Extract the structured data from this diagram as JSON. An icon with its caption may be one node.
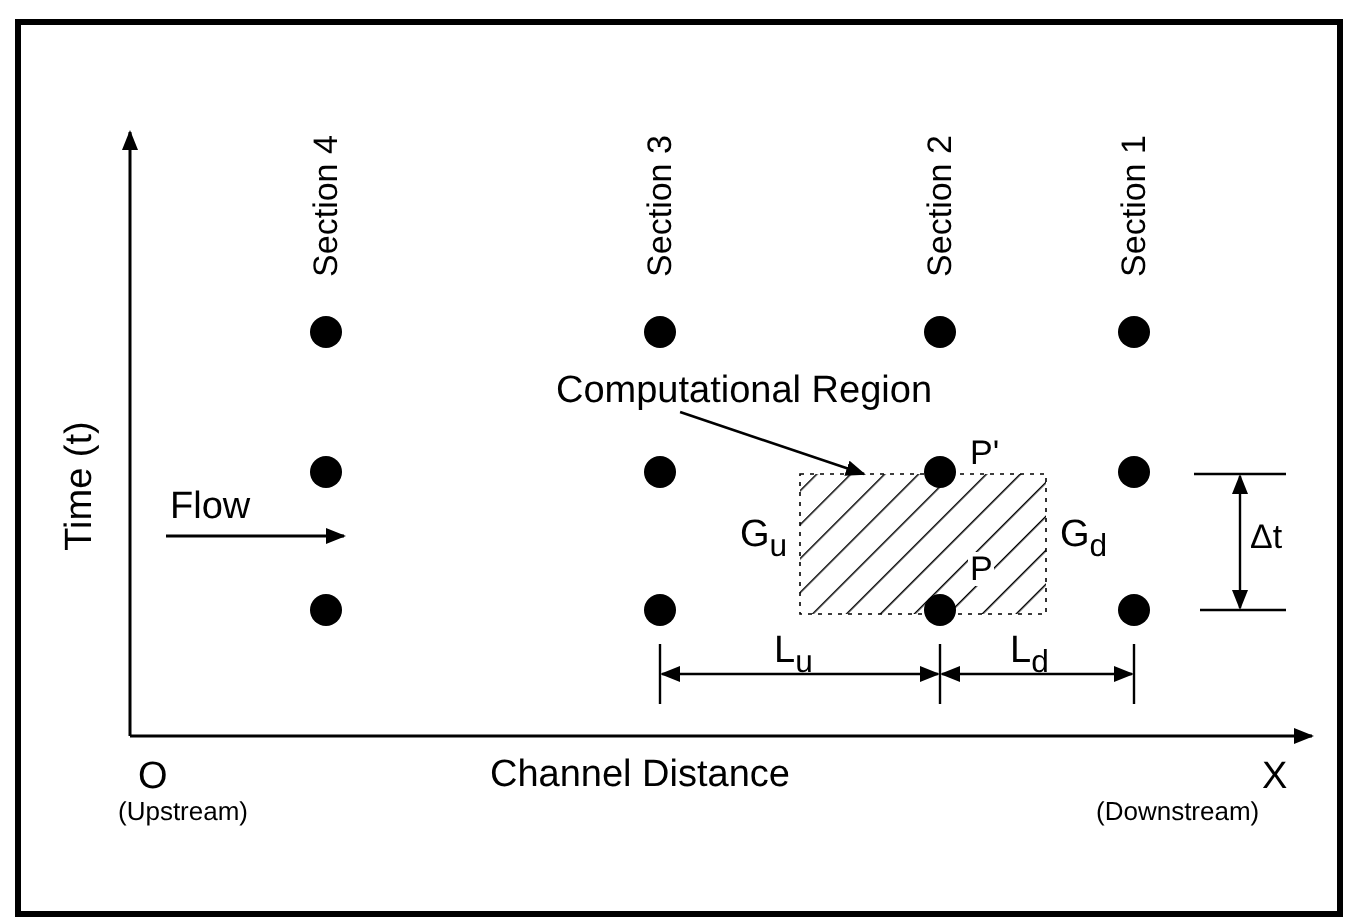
{
  "diagram": {
    "nodes": [
      {
        "text": [
          "Computational Region"
        ]
      },
      {
        "text": [],
        "shape": "box"
      }
    ],
    "edges": [
      {
        "from": 0,
        "to": 1,
        "arrow": "to"
      }
    ],
    "labels": [
      "Section 4",
      "Section 3",
      "Section 2",
      "Section 1",
      "Time (t)",
      "Flow",
      "G$_{u}$",
      "P'",
      "G$_{d}$",
      "Δt",
      "P",
      "L$_{u}$",
      "L$_{d}$",
      "O",
      "Channel Distance",
      "X",
      "(Upstream)",
      "(Downstream)"
    ]
  }
}
